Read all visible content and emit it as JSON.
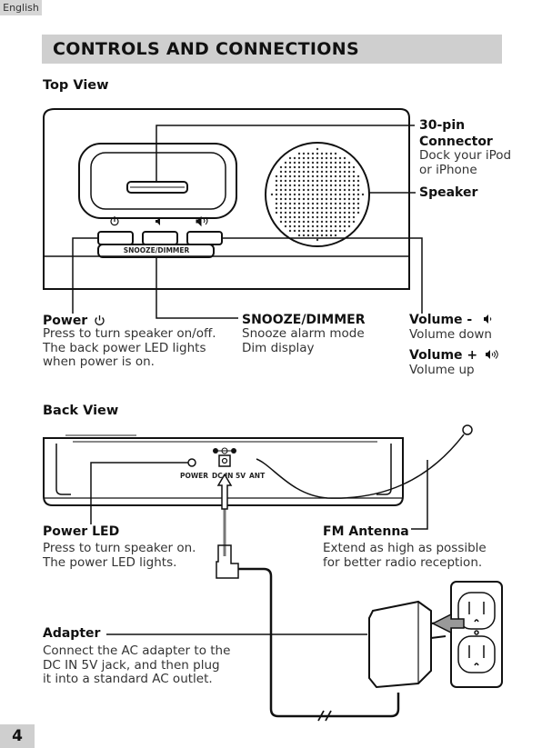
{
  "header": {
    "language": "English",
    "section_title": "CONTROLS AND CONNECTIONS",
    "page_number": "4"
  },
  "top_view": {
    "heading": "Top View",
    "device_labels": {
      "snooze_button": "SNOOZE/DIMMER"
    },
    "callouts": {
      "connector": {
        "title": "30-pin Connector",
        "title_line1": "30-pin",
        "title_line2": "Connector",
        "desc_line1": "Dock your iPod",
        "desc_line2": "or iPhone"
      },
      "speaker": {
        "title": "Speaker"
      },
      "power": {
        "title": "Power",
        "icon": "power-icon",
        "desc_line1": "Press to turn speaker on/off.",
        "desc_line2": "The back power LED lights",
        "desc_line3": "when power is on."
      },
      "snooze": {
        "title": "SNOOZE/DIMMER",
        "desc_line1": "Snooze alarm mode",
        "desc_line2": "Dim display"
      },
      "volume_down": {
        "title": "Volume -",
        "icon": "volume-low-icon",
        "desc": "Volume down"
      },
      "volume_up": {
        "title": "Volume +",
        "icon": "volume-high-icon",
        "desc": "Volume up"
      }
    }
  },
  "back_view": {
    "heading": "Back View",
    "device_labels": {
      "power": "POWER",
      "dc_in": "DC IN 5V",
      "ant": "ANT"
    },
    "callouts": {
      "power_led": {
        "title": "Power LED",
        "desc_line1": "Press to turn speaker on.",
        "desc_line2": "The power LED lights."
      },
      "fm_antenna": {
        "title": "FM Antenna",
        "desc_line1": "Extend as high as possible",
        "desc_line2": "for better radio reception."
      },
      "adapter": {
        "title": "Adapter",
        "desc_line1": "Connect the AC adapter to the",
        "desc_line2": "DC IN 5V jack, and then plug",
        "desc_line3": "it into a standard AC outlet."
      }
    }
  }
}
